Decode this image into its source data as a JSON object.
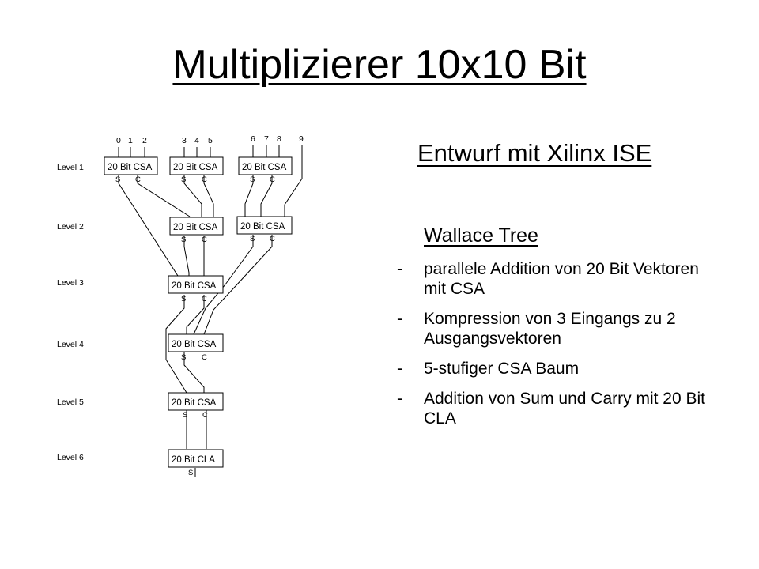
{
  "slide": {
    "title": "Multiplizierer 10x10 Bit",
    "subtitle": "Entwurf mit Xilinx ISE",
    "section_heading": "Wallace Tree",
    "bullets": [
      {
        "marker": "-",
        "text": "parallele Addition von 20 Bit Vektoren mit CSA"
      },
      {
        "marker": "-",
        "text": "Kompression von 3 Eingangs zu 2 Ausgangsvektoren"
      },
      {
        "marker": "-",
        "text": "5-stufiger CSA Baum"
      },
      {
        "marker": "-",
        "text": "Addition von Sum und Carry mit 20 Bit CLA"
      }
    ]
  },
  "diagram": {
    "levels": [
      "Level 1",
      "Level 2",
      "Level 3",
      "Level 4",
      "Level 5",
      "Level 6"
    ],
    "inputs": [
      "0",
      "1",
      "2",
      "3",
      "4",
      "5",
      "6",
      "7",
      "8",
      "9"
    ],
    "csa_label": "20 Bit CSA",
    "cla_label": "20 Bit CLA",
    "sum_port": "S",
    "carry_port": "C",
    "output_port": "S"
  }
}
